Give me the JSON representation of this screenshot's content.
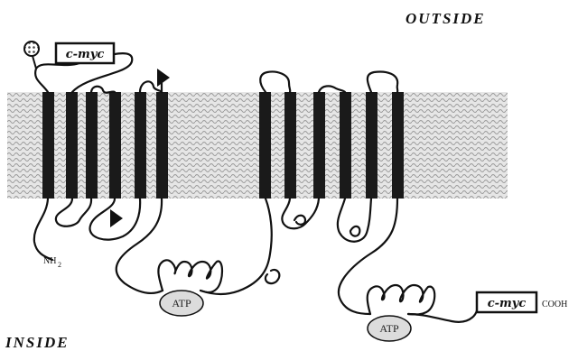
{
  "labels": {
    "outside": "OUTSIDE",
    "inside": "INSIDE",
    "nh2_main": "NH",
    "nh2_sub": "2",
    "cooh": "COOH"
  },
  "tags": {
    "cmyc_n": "c-myc",
    "cmyc_c": "c-myc"
  },
  "atp": {
    "first": "ATP",
    "second": "ATP"
  },
  "colors": {
    "membrane": "#d0d0d0",
    "helix": "#1a1a1a",
    "line": "#111111",
    "atp_fill": "#dcdcdc"
  },
  "icons": [
    "glycosylation-icon",
    "arrowhead-icon"
  ]
}
